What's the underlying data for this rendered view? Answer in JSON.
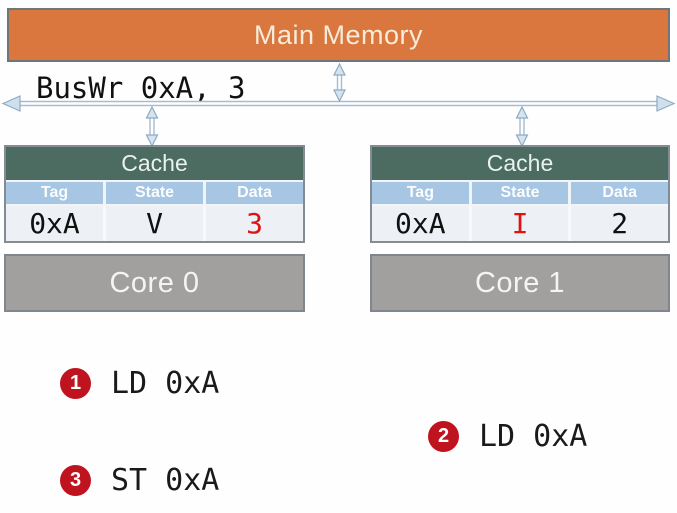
{
  "colors": {
    "memory_orange": "#d9773e",
    "cache_green": "#4c6b61",
    "table_header_blue": "#a6c6e3",
    "table_row_bg": "#edf1f5",
    "core_gray": "#a1a09f",
    "highlight_red": "#df1412",
    "step_badge_red": "#bf141f",
    "bus_blue": "#9db7cd"
  },
  "main_memory": {
    "label": "Main Memory"
  },
  "bus": {
    "label": "BusWr 0xA, 3"
  },
  "caches": [
    {
      "title": "Cache",
      "columns": [
        "Tag",
        "State",
        "Data"
      ],
      "cells": [
        {
          "text": "0xA",
          "color": "black"
        },
        {
          "text": "V",
          "color": "black"
        },
        {
          "text": "3",
          "color": "red"
        }
      ]
    },
    {
      "title": "Cache",
      "columns": [
        "Tag",
        "State",
        "Data"
      ],
      "cells": [
        {
          "text": "0xA",
          "color": "black"
        },
        {
          "text": "I",
          "color": "red"
        },
        {
          "text": "2",
          "color": "black"
        }
      ]
    }
  ],
  "cores": [
    {
      "label": "Core 0"
    },
    {
      "label": "Core 1"
    }
  ],
  "steps": [
    {
      "num": "1",
      "label": "LD 0xA"
    },
    {
      "num": "2",
      "label": "LD 0xA"
    },
    {
      "num": "3",
      "label": "ST 0xA"
    }
  ]
}
